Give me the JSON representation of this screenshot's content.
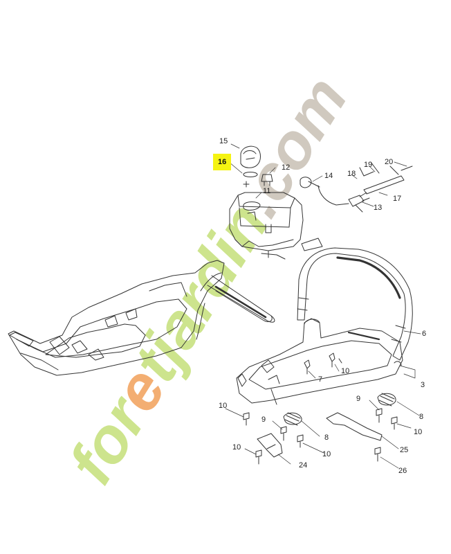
{
  "diagram": {
    "callouts": {
      "p15": "15",
      "p16": "16",
      "p12": "12",
      "p14": "14",
      "p11": "11",
      "p19": "19",
      "p18": "18",
      "p20": "20",
      "p17": "17",
      "p13": "13",
      "p6": "6",
      "p7": "7",
      "p10a": "10",
      "p3": "3",
      "p10b": "10",
      "p9a": "9",
      "p9b": "9",
      "p8a": "8",
      "p8b": "8",
      "p10c": "10",
      "p10d": "10",
      "p10e": "10",
      "p25": "25",
      "p24": "24",
      "p26": "26"
    },
    "highlight_color": "#f5f312"
  },
  "watermark": {
    "text_main": "foretjardin",
    "text_suffix": ".com",
    "color_orange": "#f2a05a",
    "color_green": "#c5e07a",
    "color_grey": "#c8c0b4"
  }
}
